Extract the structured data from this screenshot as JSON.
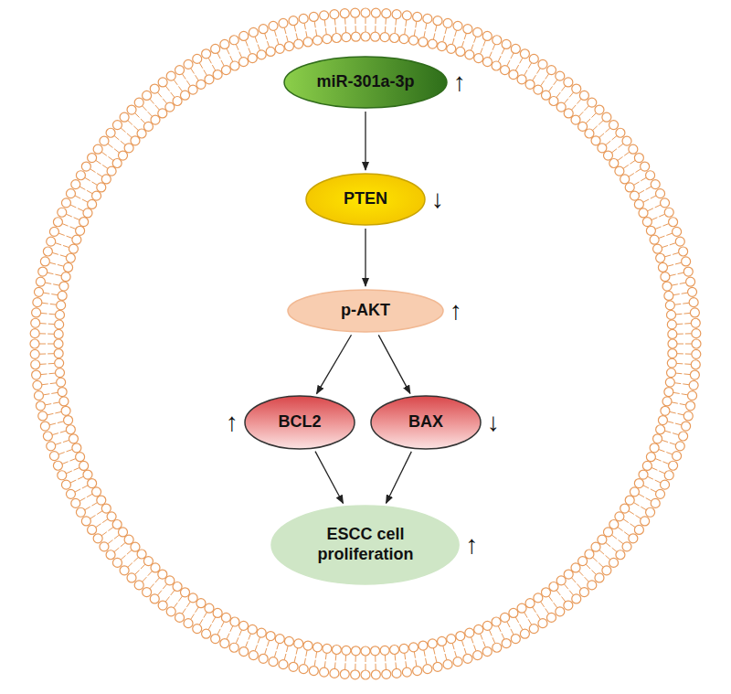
{
  "diagram": {
    "nodes": [
      {
        "text": [
          "miR-301a-3p"
        ]
      },
      {
        "text": [
          "PTEN"
        ]
      },
      {
        "text": [
          "p-AKT"
        ]
      },
      {
        "text": [
          "BCL2"
        ]
      },
      {
        "text": [
          "BAX"
        ]
      },
      {
        "text": [
          "ESCC cell proliferation"
        ]
      }
    ],
    "edges": [
      {
        "from": 0,
        "to": 1,
        "arrow": "to"
      },
      {
        "from": 1,
        "to": 2,
        "arrow": "to"
      },
      {
        "from": 2,
        "to": 3,
        "arrow": "to"
      },
      {
        "from": 2,
        "to": 4,
        "arrow": "to"
      },
      {
        "from": 3,
        "to": 5,
        "arrow": "to"
      },
      {
        "from": 4,
        "to": 5,
        "arrow": "to"
      }
    ],
    "labels": [
      "↑",
      "↓",
      "↑",
      "↑",
      "↓",
      "↑"
    ]
  }
}
